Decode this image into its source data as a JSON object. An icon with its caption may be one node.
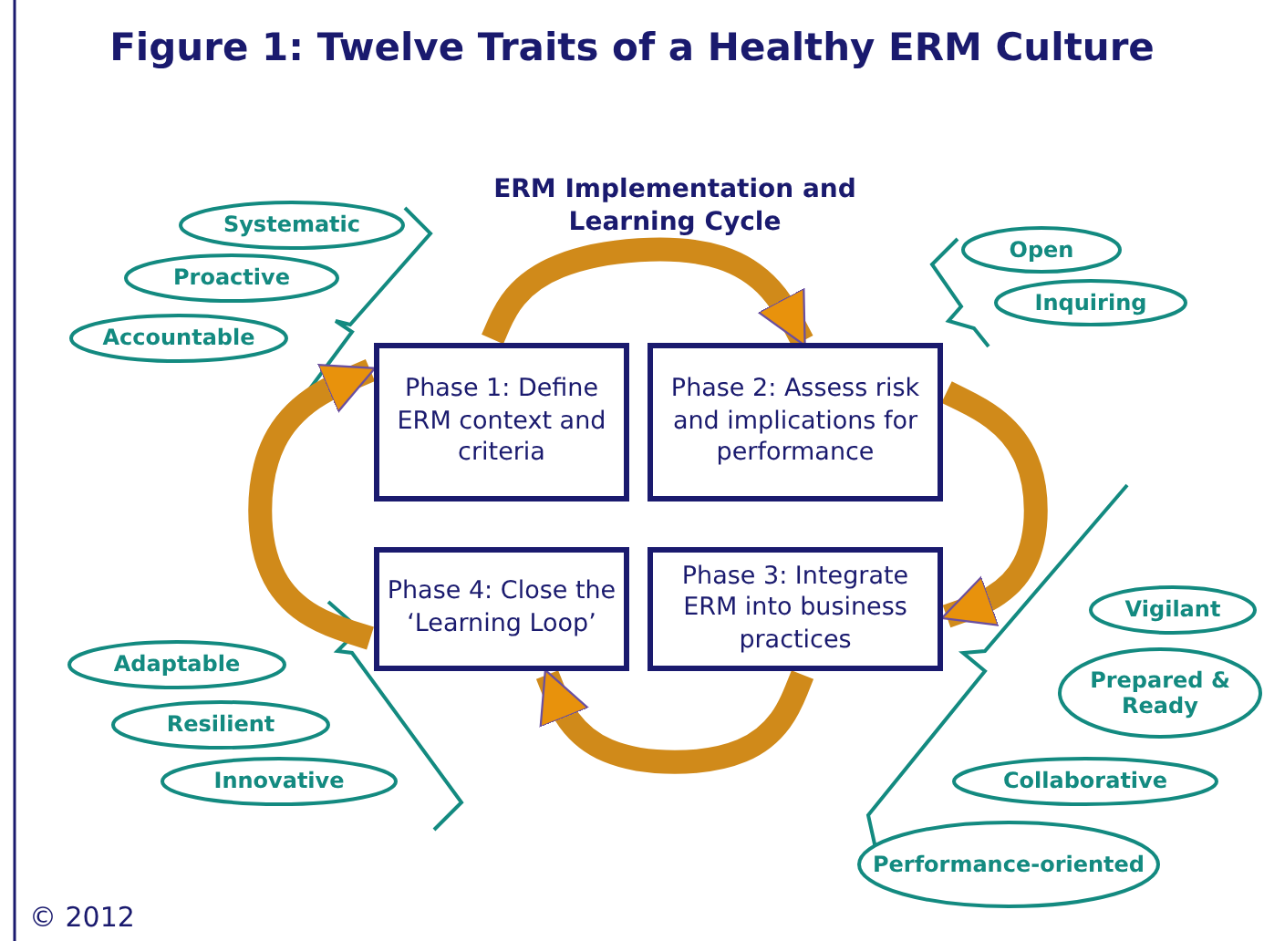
{
  "diagram": {
    "title": "Figure 1: Twelve Traits of a Healthy ERM Culture",
    "nodes": [
      {
        "text": [
          "Phase 1: Define ERM context and criteria"
        ]
      },
      {
        "text": [
          "Phase 2: Assess risk and implications for performance"
        ]
      },
      {
        "text": [
          "Phase 3: Integrate ERM into business practices"
        ]
      },
      {
        "text": [
          "Phase 4: Close the ‘Learning Loop’"
        ]
      },
      {
        "text": [
          "Systematic"
        ]
      },
      {
        "text": [
          "Proactive"
        ]
      },
      {
        "text": [
          "Accountable"
        ]
      },
      {
        "text": [
          "Open"
        ]
      },
      {
        "text": [
          "Inquiring"
        ]
      },
      {
        "text": [
          "Vigilant"
        ]
      },
      {
        "text": [
          "Prepared & Ready"
        ]
      },
      {
        "text": [
          "Collaborative"
        ]
      },
      {
        "text": [
          "Performance-oriented"
        ]
      },
      {
        "text": [
          "Adaptable"
        ]
      },
      {
        "text": [
          "Resilient"
        ]
      },
      {
        "text": [
          "Innovative"
        ]
      }
    ],
    "edges": [
      {
        "from": 0,
        "to": 1,
        "arrow": "to"
      },
      {
        "from": 1,
        "to": 2,
        "arrow": "to"
      },
      {
        "from": 2,
        "to": 3,
        "arrow": "to"
      },
      {
        "from": 3,
        "to": 0,
        "arrow": "to"
      }
    ],
    "labels": [
      "ERM Implementation and Learning Cycle",
      "© 2012"
    ]
  }
}
